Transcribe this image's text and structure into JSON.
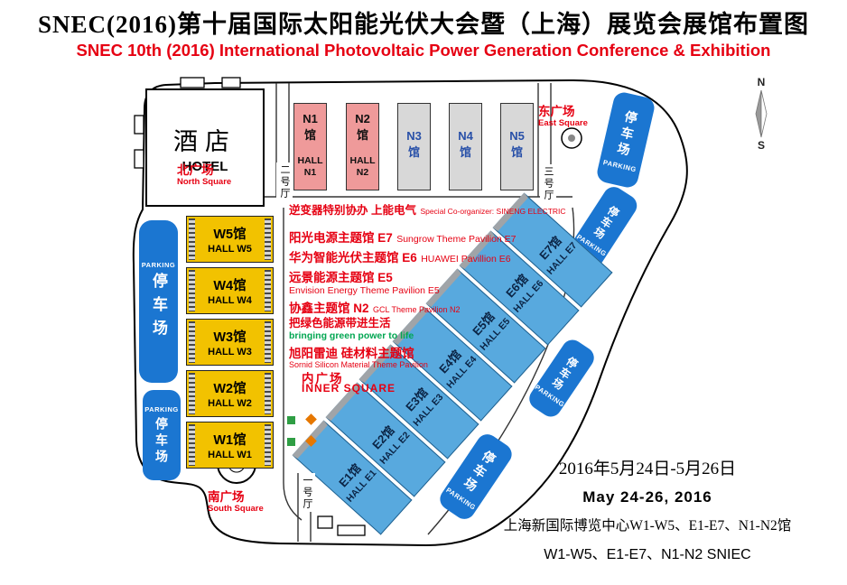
{
  "header": {
    "title_cn": "SNEC(2016)第十届国际太阳能光伏大会暨（上海）展览会展馆布置图",
    "title_en": "SNEC 10th (2016) International Photovoltaic Power Generation Conference & Exhibition"
  },
  "colors": {
    "accent_red": "#e60012",
    "parking_blue": "#1b76d1",
    "e_hall_blue": "#58a9de",
    "w_hall_yellow": "#f2c200",
    "n_hall_pink": "#ef9a9a",
    "n_hall_gray": "#d8d8d8",
    "green": "#00a651"
  },
  "map": {
    "hotel": {
      "cn": "酒店",
      "en": "HOTEL"
    },
    "squares": {
      "north": {
        "cn": "北广场",
        "en": "North Square"
      },
      "east": {
        "cn": "东广场",
        "en": "East Square"
      },
      "south": {
        "cn": "南广场",
        "en": "South Square"
      },
      "inner": {
        "cn": "内广场",
        "en": "INNER SQUARE"
      }
    },
    "gates": {
      "gate1": "一号厅",
      "gate2": "二号厅",
      "gate3": "三号厅"
    },
    "compass": {
      "n": "N",
      "s": "S"
    },
    "parking": {
      "cn": "停车场",
      "en": "PARKING"
    },
    "n_halls": [
      {
        "code": "N1",
        "guan": "馆",
        "hall1": "HALL",
        "hall2": "N1"
      },
      {
        "code": "N2",
        "guan": "馆",
        "hall1": "HALL",
        "hall2": "N2"
      },
      {
        "code": "N3",
        "guan": "馆"
      },
      {
        "code": "N4",
        "guan": "馆"
      },
      {
        "code": "N5",
        "guan": "馆"
      }
    ],
    "w_halls": [
      {
        "name": "W5馆",
        "hall": "HALL W5"
      },
      {
        "name": "W4馆",
        "hall": "HALL W4"
      },
      {
        "name": "W3馆",
        "hall": "HALL W3"
      },
      {
        "name": "W2馆",
        "hall": "HALL W2"
      },
      {
        "name": "W1馆",
        "hall": "HALL W1"
      }
    ],
    "e_halls": [
      {
        "name": "E1馆",
        "hall": "HALL E1"
      },
      {
        "name": "E2馆",
        "hall": "HALL E2"
      },
      {
        "name": "E3馆",
        "hall": "HALL E3"
      },
      {
        "name": "E4馆",
        "hall": "HALL E4"
      },
      {
        "name": "E5馆",
        "hall": "HALL E5"
      },
      {
        "name": "E6馆",
        "hall": "HALL E6"
      },
      {
        "name": "E7馆",
        "hall": "HALL E7"
      }
    ],
    "annotations": {
      "sineng": {
        "cn": "逆变器特别协办 上能电气",
        "en": "Special Co-organizer: SINENG ELECTRIC"
      },
      "sungrow": {
        "cn": "阳光电源主题馆 E7",
        "en": "Sungrow Theme Pavilion E7"
      },
      "huawei": {
        "cn": "华为智能光伏主题馆 E6",
        "en": "HUAWEI Pavillion E6"
      },
      "envision": {
        "cn": "远景能源主题馆 E5",
        "en": "Envision Energy Theme Pavilion E5"
      },
      "gcl": {
        "cn": "协鑫主题馆 N2",
        "en": "GCL Theme Pavilion N2"
      },
      "green_life": {
        "cn": "把绿色能源带进生活",
        "en": "bringing green power to life"
      },
      "sornid": {
        "cn": "旭阳雷迪 硅材料主题馆",
        "en": "Sornid Silicon Material Theme Pavilion"
      }
    }
  },
  "footer": {
    "date_cn": "2016年5月24日-5月26日",
    "date_en": "May 24-26, 2016",
    "venue_cn": "上海新国际博览中心W1-W5、E1-E7、N1-N2馆",
    "venue_en": "W1-W5、E1-E7、N1-N2 SNIEC"
  }
}
